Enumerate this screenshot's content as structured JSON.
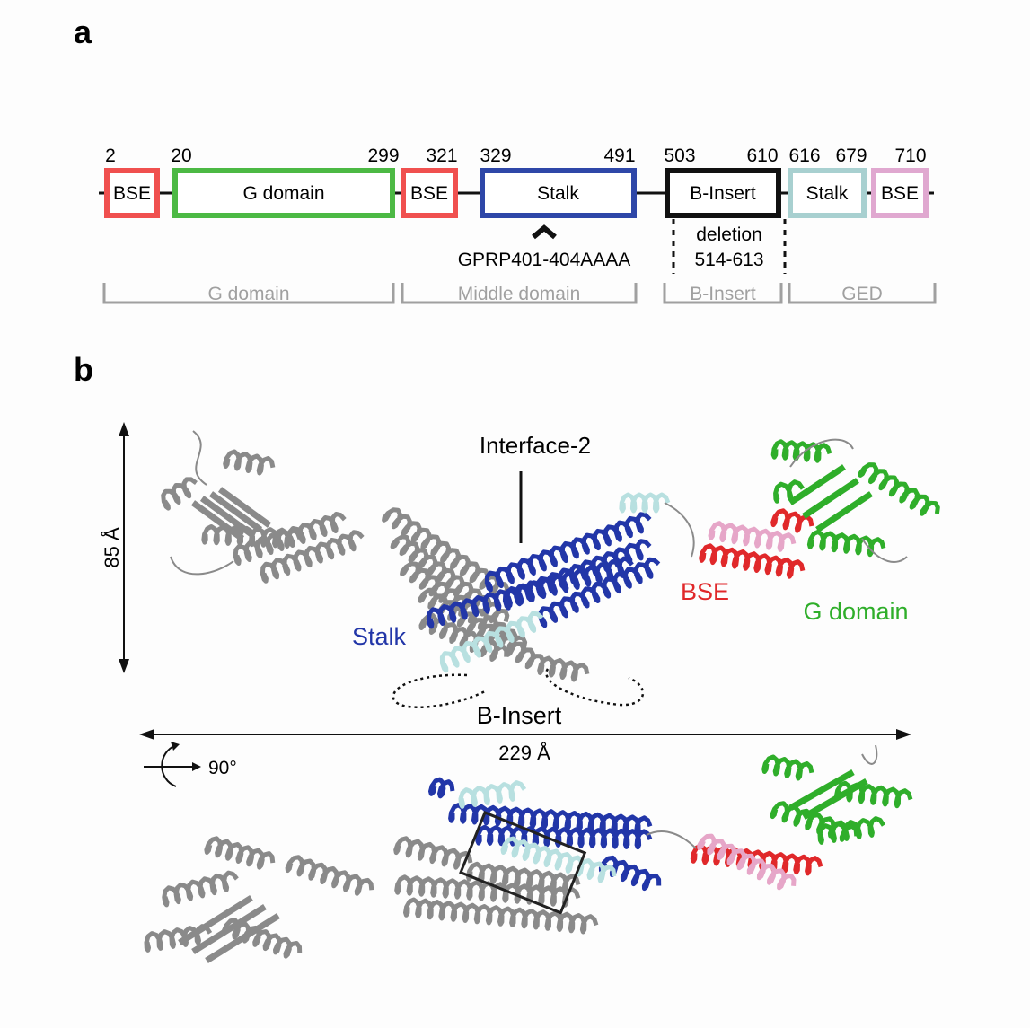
{
  "panel_a": {
    "label": "a",
    "positions": [
      "2",
      "20",
      "299",
      "321",
      "329",
      "491",
      "503",
      "610",
      "616",
      "679",
      "710"
    ],
    "boxes": [
      {
        "label": "BSE",
        "color": "#f0504f"
      },
      {
        "label": "G domain",
        "color": "#4cb944"
      },
      {
        "label": "BSE",
        "color": "#f0504f"
      },
      {
        "label": "Stalk",
        "color": "#2e47a8"
      },
      {
        "label": "B-Insert",
        "color": "#111111"
      },
      {
        "label": "Stalk",
        "color": "#a8d0d0"
      },
      {
        "label": "BSE",
        "color": "#e0a8d0"
      }
    ],
    "mutation": "GPRP401-404AAAA",
    "deletion_line1": "deletion",
    "deletion_line2": "514-613",
    "regions": [
      "G domain",
      "Middle domain",
      "B-Insert",
      "GED"
    ],
    "region_color": "#a0a0a0"
  },
  "panel_b": {
    "label": "b",
    "interface_label": "Interface-2",
    "stalk_label": "Stalk",
    "bse_label": "BSE",
    "gdomain_label": "G domain",
    "binsert_label": "B-Insert",
    "height_label": "85 Å",
    "width_label": "229 Å",
    "rotation_label": "90°",
    "colors": {
      "stalk": "#2236a8",
      "stalk_light": "#b8e0e0",
      "bse": "#e0282a",
      "bse_pink": "#e6a6c8",
      "gdomain": "#2fae2a",
      "gray": "#8a8a8a"
    }
  }
}
